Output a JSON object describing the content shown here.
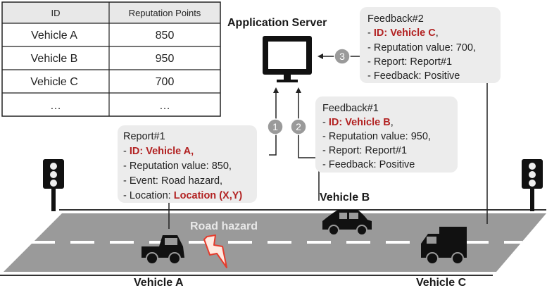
{
  "table": {
    "headers": [
      "ID",
      "Reputation Points"
    ],
    "rows": [
      [
        "Vehicle A",
        "850"
      ],
      [
        "Vehicle B",
        "950"
      ],
      [
        "Vehicle C",
        "700"
      ],
      [
        "…",
        "…"
      ]
    ]
  },
  "server": {
    "label": "Application Server"
  },
  "steps": [
    "1",
    "2",
    "3"
  ],
  "report1": {
    "title": "Report#1",
    "id_prefix": "- ",
    "id_text": "ID: Vehicle A,",
    "rep": "- Reputation value: 850,",
    "event": "- Event: Road hazard,",
    "loc_prefix": "- Location: ",
    "loc_text": "Location (X,Y)"
  },
  "feedback1": {
    "title": "Feedback#1",
    "id_prefix": "- ",
    "id_text": "ID: Vehicle B",
    "id_suffix": ",",
    "rep": "- Reputation value: 950,",
    "report": "- Report: Report#1",
    "feedback": "- Feedback: Positive"
  },
  "feedback2": {
    "title": "Feedback#2",
    "id_prefix": "- ",
    "id_text": "ID: Vehicle C",
    "id_suffix": ",",
    "rep": "- Reputation value: 700,",
    "report": "- Report: Report#1",
    "feedback": "- Feedback: Positive"
  },
  "road": {
    "hazard_label": "Road hazard"
  },
  "vehicles": {
    "a": "Vehicle A",
    "b": "Vehicle B",
    "c": "Vehicle C"
  },
  "colors": {
    "highlight": "#b22222",
    "road": "#9a9a9a",
    "box": "#ececec"
  }
}
